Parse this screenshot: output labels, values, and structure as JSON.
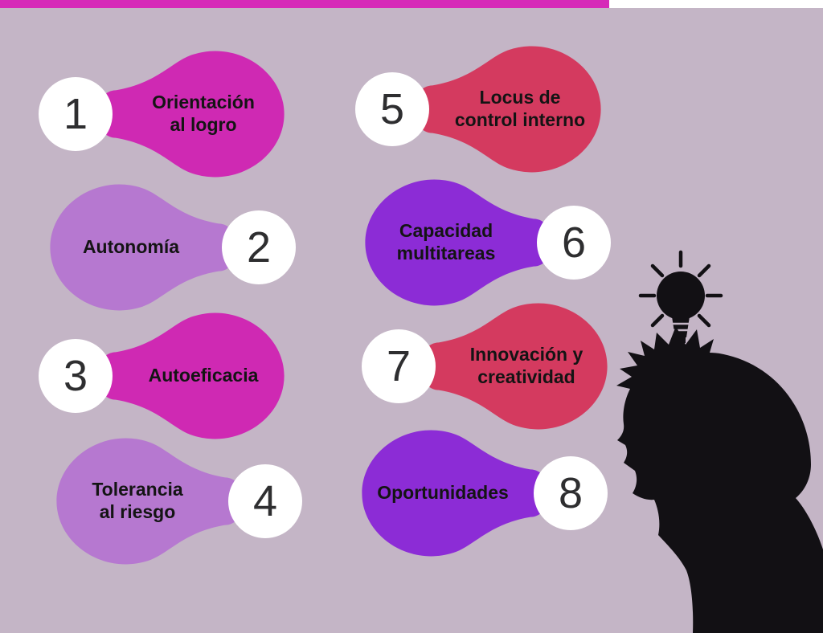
{
  "colors": {
    "page_background": "#c4b5c6",
    "top_accent_bar": "#d62ab8",
    "magenta": "#cf29b3",
    "lilac": "#b678d0",
    "crimson": "#d43a5f",
    "purple": "#8c2cd6",
    "number_circle": "#ffffff",
    "number_text": "#2e2e30",
    "silhouette": "#121014"
  },
  "items": [
    {
      "number": "1",
      "label": "Orientación\nal logro",
      "color": "#cf29b3",
      "circle_side": "left"
    },
    {
      "number": "2",
      "label": "Autonomía",
      "color": "#b678d0",
      "circle_side": "right"
    },
    {
      "number": "3",
      "label": "Autoeficacia",
      "color": "#cf29b3",
      "circle_side": "left"
    },
    {
      "number": "4",
      "label": "Tolerancia\nal riesgo",
      "color": "#b678d0",
      "circle_side": "right"
    },
    {
      "number": "5",
      "label": "Locus de\ncontrol interno",
      "color": "#d43a5f",
      "circle_side": "left"
    },
    {
      "number": "6",
      "label": "Capacidad\nmultitareas",
      "color": "#8c2cd6",
      "circle_side": "right"
    },
    {
      "number": "7",
      "label": "Innovación y\ncreatividad",
      "color": "#d43a5f",
      "circle_side": "left"
    },
    {
      "number": "8",
      "label": "Oportunidades",
      "color": "#8c2cd6",
      "circle_side": "right"
    }
  ],
  "icons": {
    "lightbulb": "lightbulb-idea-icon",
    "silhouette": "person-head-silhouette"
  }
}
